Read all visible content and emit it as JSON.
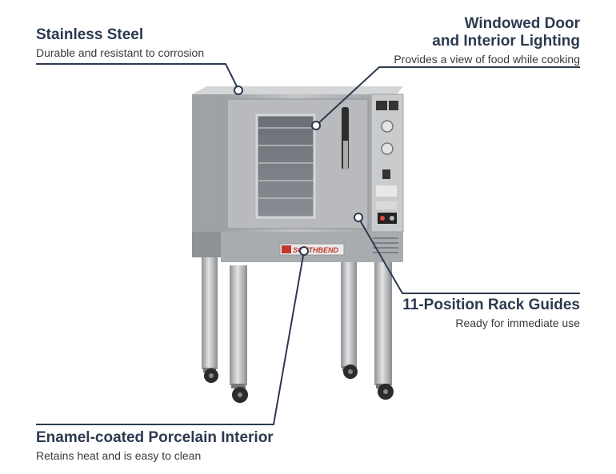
{
  "callouts": {
    "stainless": {
      "title": "Stainless Steel",
      "subtitle": "Durable and resistant to corrosion"
    },
    "window": {
      "title_line1": "Windowed Door",
      "title_line2": "and Interior Lighting",
      "subtitle": "Provides a view of food while cooking"
    },
    "racks": {
      "title": "11-Position Rack Guides",
      "subtitle": "Ready for immediate use"
    },
    "porcelain": {
      "title": "Enamel-coated Porcelain Interior",
      "subtitle": "Retains heat and is easy to clean"
    }
  },
  "product": {
    "brand_label": "SOUTHBEND"
  },
  "colors": {
    "callout_title": "#2c3a4f",
    "leader_line": "#2c3a4f",
    "steel": "#b4b6b8",
    "brand_red": "#c0392b"
  }
}
